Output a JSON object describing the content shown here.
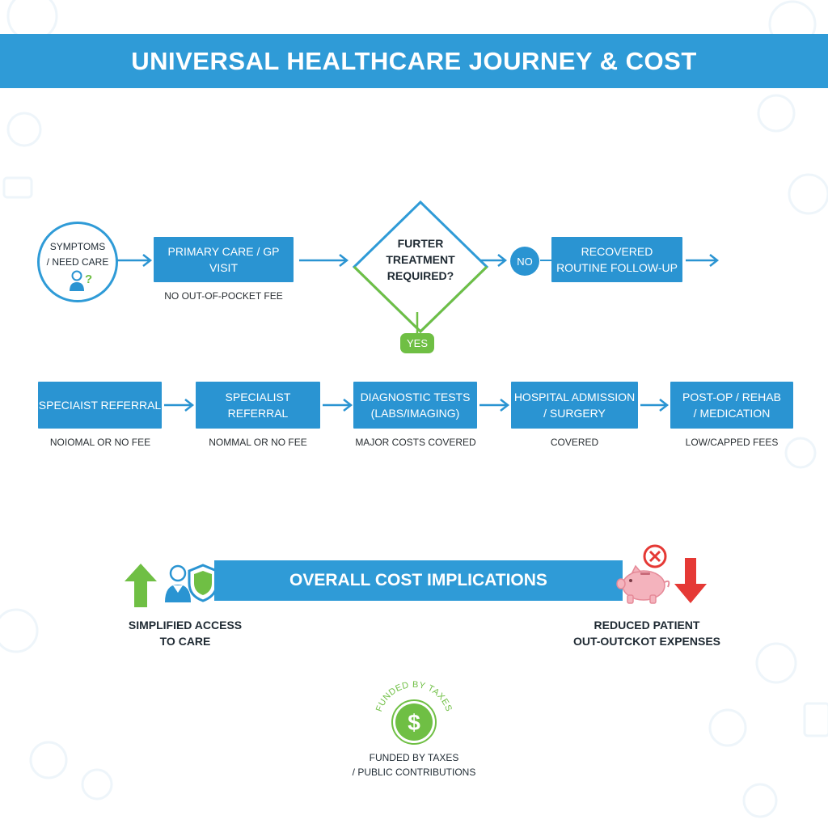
{
  "title": "UNIVERSAL HEALTHCARE JOURNEY & COST",
  "colors": {
    "primary": "#2a94d2",
    "accent_green": "#6fbf44",
    "alert_red": "#e53935",
    "pig_pink": "#f4b3bd"
  },
  "flow_top": {
    "start": {
      "line1": "SYMPTOMS",
      "line2": "/ NEED CARE",
      "icon": "person-question-icon"
    },
    "gp_visit": {
      "label": "PRIMARY CARE / GP VISIT",
      "caption": "NO OUT-OF-POCKET FEE"
    },
    "decision": {
      "line1": "FURTER",
      "line2": "TREATMENT",
      "line3": "REQUIRED?"
    },
    "no_label": "NO",
    "yes_label": "YES",
    "recovered": {
      "line1": "RECOVERED",
      "line2": "ROUTINE FOLLOW-UP"
    }
  },
  "flow_bottom": [
    {
      "line1": "SPECIAIST REFERRAL",
      "line2": "",
      "caption": "NOIOMAL OR NO FEE"
    },
    {
      "line1": "SPECIALIST",
      "line2": "REFERRAL",
      "caption": "NOMMAL OR NO FEE"
    },
    {
      "line1": "DIAGNOSTIC TESTS",
      "line2": "(LABS/IMAGING)",
      "caption": "MAJOR COSTS COVERED"
    },
    {
      "line1": "HOSPITAL ADMISSION",
      "line2": "/ SURGERY",
      "caption": "COVERED"
    },
    {
      "line1": "POST-OP / REHAB",
      "line2": "/ MEDICATION",
      "caption": "LOW/CAPPED FEES"
    }
  ],
  "cost": {
    "banner": "OVERALL COST IMPLICATIONS",
    "left": {
      "line1": "SIMPLIFIED ACCESS",
      "line2": "TO CARE",
      "icons": [
        "up-arrow-icon",
        "person-icon",
        "shield-icon"
      ]
    },
    "right": {
      "line1": "REDUCED PATIENT",
      "line2": "OUT-OUTCKOT EXPENSES",
      "icons": [
        "cancel-icon",
        "piggy-bank-icon",
        "down-arrow-icon"
      ]
    }
  },
  "funding": {
    "badge_text": "FUNDED BY TAXES",
    "symbol": "$",
    "line1": "FUNDED BY TAXES",
    "line2": "/ PUBLIC CONTRIBUTIONS"
  }
}
